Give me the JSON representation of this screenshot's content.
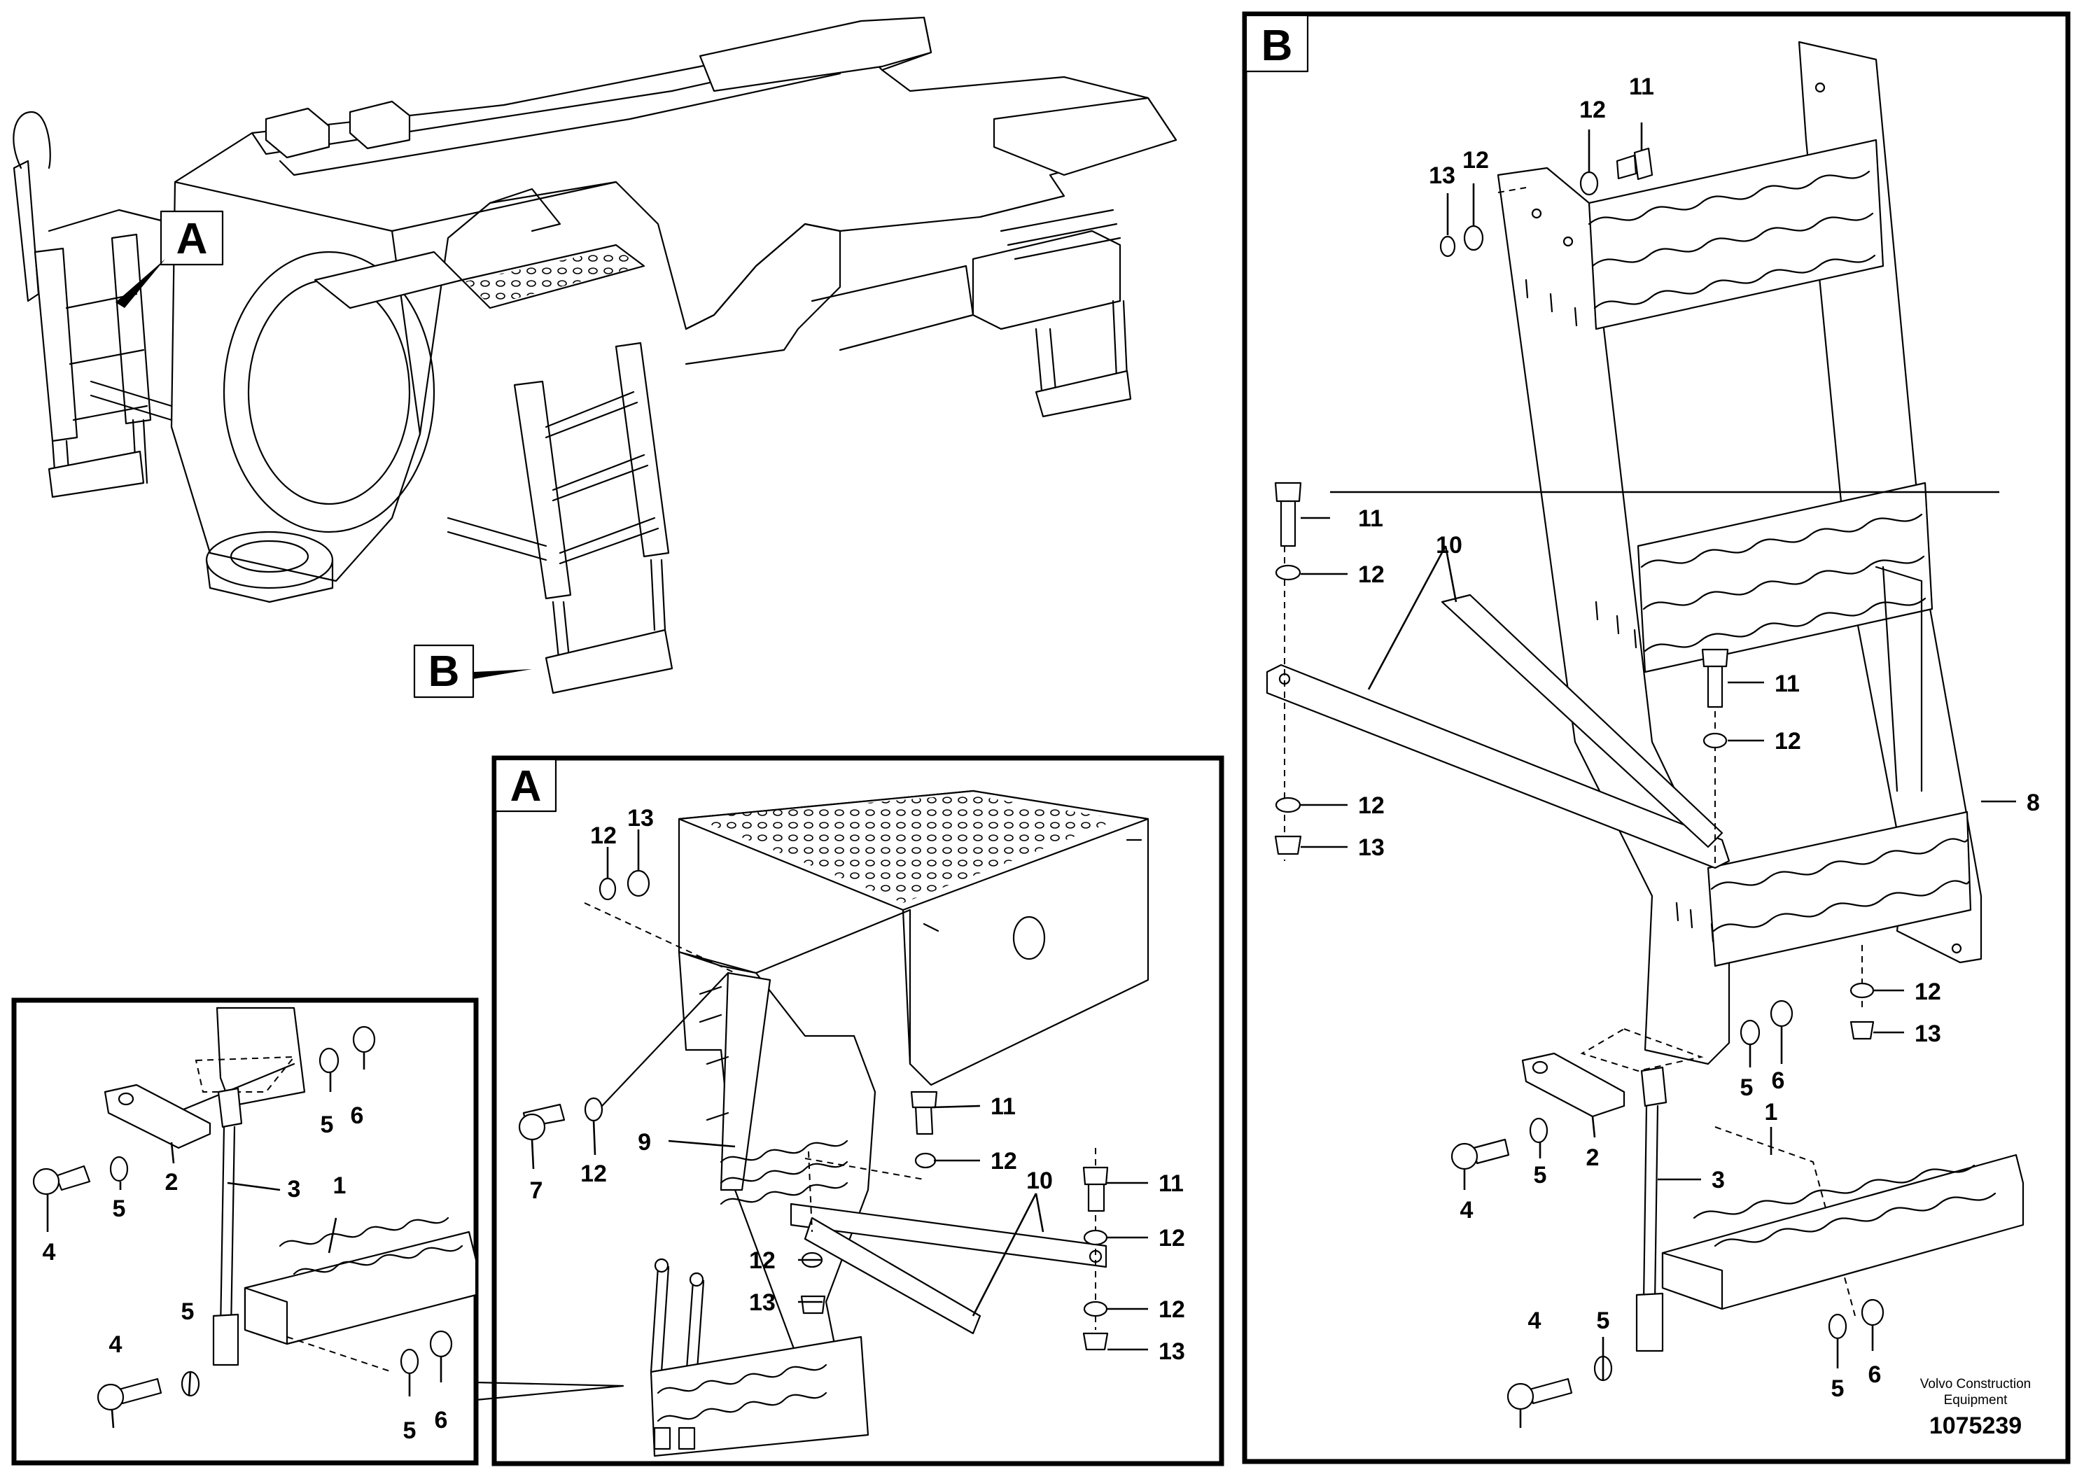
{
  "labels": {
    "view_a": "A",
    "view_b": "B"
  },
  "credit": {
    "line1": "Volvo Construction",
    "line2": "Equipment",
    "doc_number": "1075239"
  },
  "callouts": {
    "c1": "1",
    "c2": "2",
    "c3": "3",
    "c4": "4",
    "c5": "5",
    "c6": "6",
    "c7": "7",
    "c8": "8",
    "c9": "9",
    "c10": "10",
    "c11": "11",
    "c12": "12",
    "c13": "13"
  }
}
